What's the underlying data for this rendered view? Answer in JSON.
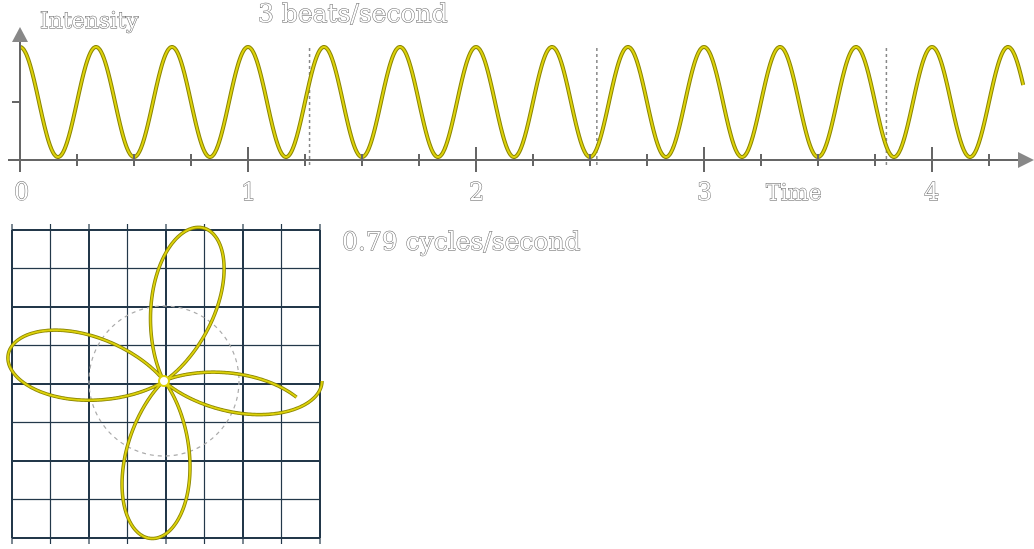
{
  "chart_data": [
    {
      "type": "line",
      "title": "3 beats/second",
      "ylabel": "Intensity",
      "xlabel": "Time",
      "x_ticks": [
        "0",
        "1",
        "2",
        "3",
        "4"
      ],
      "xlim": [
        0,
        4.4
      ],
      "beat_frequency": 3,
      "series": [
        {
          "name": "",
          "function": "cos^2 beat",
          "frequency_hz": 3,
          "color": "#ddd20a"
        }
      ],
      "dashed_markers_x": [
        1.27,
        2.53,
        3.8
      ],
      "grid": false
    },
    {
      "type": "line",
      "title": "0.79  cycles/second",
      "winding_frequency": 0.79,
      "signal_frequency": 3,
      "description_shape": "rose curve (polar winding of signal)",
      "color": "#ddd20a",
      "grid": true
    }
  ],
  "colors": {
    "curve": "#ddd20a",
    "curve_edge": "#8a8400",
    "axis": "#666666",
    "grid": "#23384a"
  }
}
